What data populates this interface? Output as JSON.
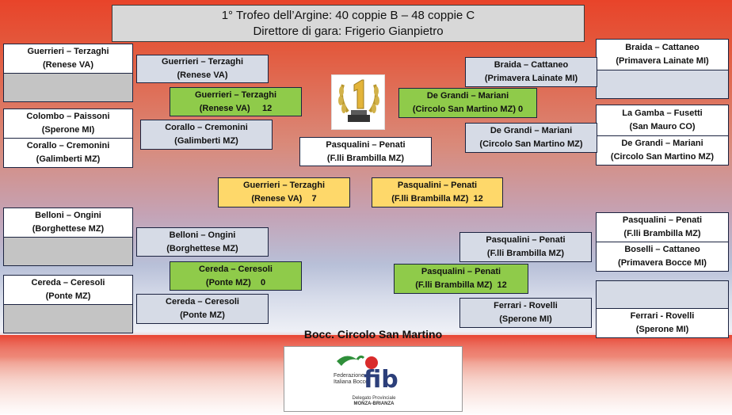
{
  "header": {
    "title": "1° Trofeo dell’Argine: 40 coppie B – 48 coppie C",
    "director": "Direttore di gara: Frigerio Gianpietro"
  },
  "venue": "Bocc. Circolo San Martino",
  "logo": {
    "brand": "fib",
    "line1": "Federazione",
    "line2": "Italiana Bocce",
    "line3": "Delegato Provinciale",
    "line4": "MONZA-BRIANZA"
  },
  "left": {
    "r1": [
      {
        "name": "Guerrieri – Terzaghi",
        "club": "(Renese VA)"
      },
      {
        "name": "",
        "club": ""
      },
      {
        "name": "Colombo – Paissoni",
        "club": "(Sperone MI)"
      },
      {
        "name": "Corallo – Cremonini",
        "club": "(Galimberti MZ)"
      },
      {
        "name": "Belloni – Ongini",
        "club": "(Borghettese MZ)"
      },
      {
        "name": "",
        "club": ""
      },
      {
        "name": "Cereda – Ceresoli",
        "club": "(Ponte MZ)"
      },
      {
        "name": "",
        "club": ""
      }
    ],
    "r2": [
      {
        "name": "Guerrieri – Terzaghi",
        "club": "(Renese VA)"
      },
      {
        "name": "Corallo – Cremonini",
        "club": "(Galimberti MZ)"
      },
      {
        "name": "Belloni – Ongini",
        "club": "(Borghettese MZ)"
      },
      {
        "name": "Cereda – Ceresoli",
        "club": "(Ponte MZ)"
      }
    ],
    "r3": [
      {
        "name": "Guerrieri – Terzaghi",
        "club": "(Renese VA)",
        "score": "12"
      },
      {
        "name": "Cereda – Ceresoli",
        "club": "(Ponte MZ)",
        "score": "0"
      }
    ],
    "final": {
      "name": "Guerrieri – Terzaghi",
      "club": "(Renese VA)",
      "score": "7"
    }
  },
  "right": {
    "r1": [
      {
        "name": "Braida – Cattaneo",
        "club": "(Primavera Lainate MI)"
      },
      {
        "name": "",
        "club": ""
      },
      {
        "name": "La Gamba – Fusetti",
        "club": "(San Mauro CO)"
      },
      {
        "name": "De Grandi – Mariani",
        "club": "(Circolo San Martino MZ)"
      },
      {
        "name": "Pasqualini – Penati",
        "club": "(F.lli Brambilla MZ)"
      },
      {
        "name": "Boselli – Cattaneo",
        "club": "(Primavera Bocce MI)"
      },
      {
        "name": "",
        "club": ""
      },
      {
        "name": "Ferrari - Rovelli",
        "club": "(Sperone MI)"
      }
    ],
    "r2": [
      {
        "name": "Braida – Cattaneo",
        "club": "(Primavera Lainate MI)"
      },
      {
        "name": "De Grandi – Mariani",
        "club": "(Circolo San Martino MZ)"
      },
      {
        "name": "Pasqualini – Penati",
        "club": "(F.lli Brambilla MZ)"
      },
      {
        "name": "Ferrari - Rovelli",
        "club": "(Sperone MI)"
      }
    ],
    "r3": [
      {
        "name": "De Grandi – Mariani",
        "club": "(Circolo San Martino MZ)",
        "score": "0"
      },
      {
        "name": "Pasqualini – Penati",
        "club": "(F.lli Brambilla MZ)",
        "score": "12"
      }
    ],
    "final": {
      "name": "Pasqualini – Penati",
      "club": "(F.lli Brambilla MZ)",
      "score": "12"
    }
  },
  "semifinal_center": {
    "name": "Pasqualini – Penati",
    "club": "(F.lli Brambilla MZ)"
  },
  "colors": {
    "round_green": "#8fcb4a",
    "final_yellow": "#fed86a",
    "panel_blue": "#d6dbe6",
    "empty_grey": "#c4c4c4"
  }
}
